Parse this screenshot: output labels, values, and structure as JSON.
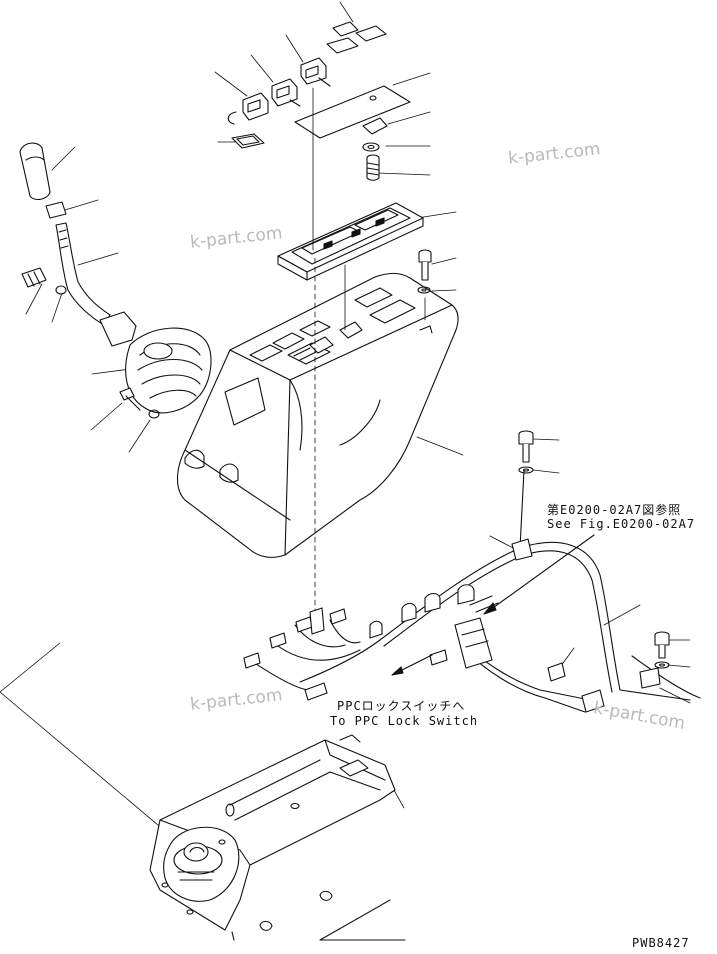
{
  "labels": {
    "ref_jp": "第E0200-02A7図参照",
    "ref_en": "See Fig.E0200-02A7",
    "ppc_jp": "PPCロックスイッチへ",
    "ppc_en": "To PPC Lock Switch",
    "drawing_no": "PWB8427"
  },
  "watermarks": [
    "k-part.com",
    "k-part.com",
    "k-part.com",
    "k-part.com"
  ]
}
